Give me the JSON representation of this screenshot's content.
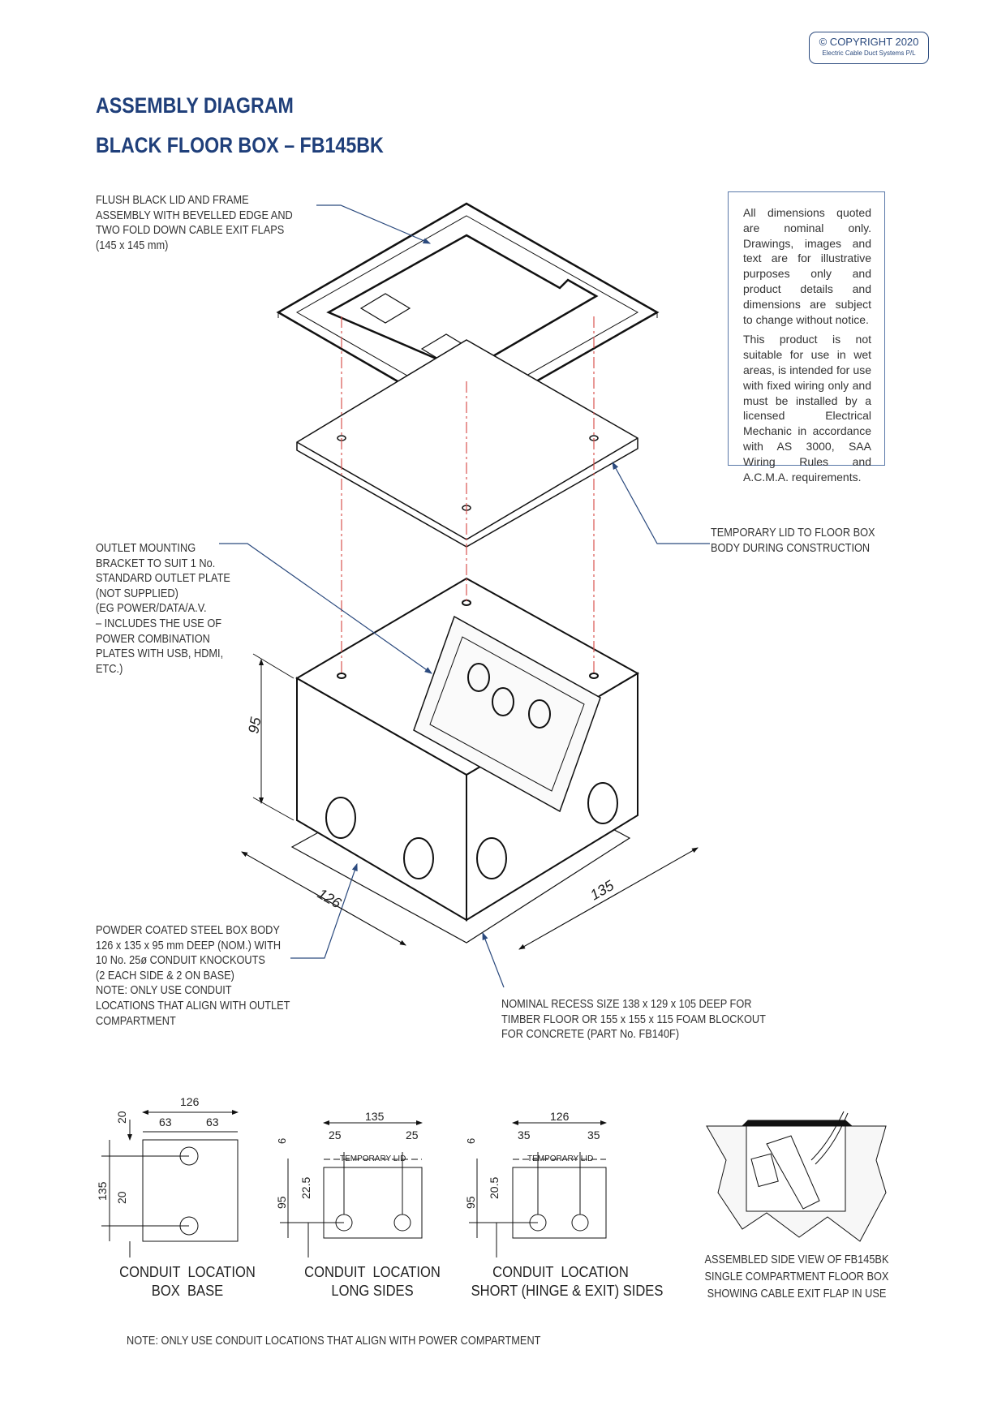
{
  "copyright": {
    "line1": "© COPYRIGHT 2020",
    "line2": "Electric Cable Duct Systems P/L"
  },
  "header": {
    "title": "ASSEMBLY DIAGRAM",
    "subtitle": "BLACK FLOOR BOX – FB145BK"
  },
  "callouts": {
    "lid": "FLUSH BLACK LID AND FRAME\nASSEMBLY WITH BEVELLED EDGE AND\nTWO FOLD DOWN CABLE EXIT FLAPS\n(145 x 145 mm)",
    "temp_lid": "TEMPORARY LID TO FLOOR BOX\nBODY DURING CONSTRUCTION",
    "bracket": "OUTLET MOUNTING\nBRACKET TO SUIT 1 No.\nSTANDARD OUTLET PLATE\n(NOT SUPPLIED)\n(EG POWER/DATA/A.V.\n– INCLUDES THE USE OF\nPOWER COMBINATION\nPLATES WITH USB, HDMI,\nETC.)",
    "body": "POWDER COATED STEEL BOX BODY\n126 x 135 x 95 mm DEEP (NOM.) WITH\n10 No. 25ø CONDUIT KNOCKOUTS\n(2 EACH SIDE & 2 ON BASE)\nNOTE: ONLY USE CONDUIT\nLOCATIONS THAT ALIGN WITH OUTLET\nCOMPARTMENT",
    "recess": "NOMINAL RECESS SIZE 138 x 129 x 105 DEEP FOR\nTIMBER FLOOR OR 155 x 155 x 115 FOAM BLOCKOUT\nFOR CONCRETE (PART No. FB140F)"
  },
  "notes": {
    "p1": "All dimensions quoted are nominal only. Drawings, images and text are for illustrative purposes only and product details and dimensions are subject to change without notice.",
    "p2": "This product is not suitable for use in wet areas, is intended for use with fixed wiring only and must be installed by a licensed Electrical Mechanic in accordance with AS 3000, SAA Wiring Rules and A.C.M.A. requirements."
  },
  "main_dims": {
    "height": "95",
    "width": "126",
    "depth": "135"
  },
  "details": {
    "base": {
      "caption": "CONDUIT  LOCATION\nBOX  BASE",
      "w": "126",
      "half_l": "63",
      "half_r": "63",
      "h": "135",
      "top": "20",
      "bottom": "20"
    },
    "long": {
      "caption": "CONDUIT  LOCATION\nLONG SIDES",
      "w": "135",
      "l": "25",
      "r": "25",
      "lid": "6",
      "h": "95",
      "c": "22.5",
      "temp": "TEMPORARY LID"
    },
    "short": {
      "caption": "CONDUIT  LOCATION\nSHORT (HINGE & EXIT) SIDES",
      "w": "126",
      "l": "35",
      "r": "35",
      "lid": "6",
      "h": "95",
      "c": "20.5",
      "temp": "TEMPORARY LID"
    },
    "side": {
      "caption": "ASSEMBLED SIDE VIEW OF FB145BK\nSINGLE COMPARTMENT FLOOR BOX\nSHOWING CABLE EXIT FLAP IN USE"
    }
  },
  "footer_note": "NOTE: ONLY USE CONDUIT LOCATIONS THAT ALIGN WITH POWER COMPARTMENT",
  "colors": {
    "brand": "#1f3f7a",
    "leader": "#2b4a7e",
    "centerline": "#d9534f"
  }
}
